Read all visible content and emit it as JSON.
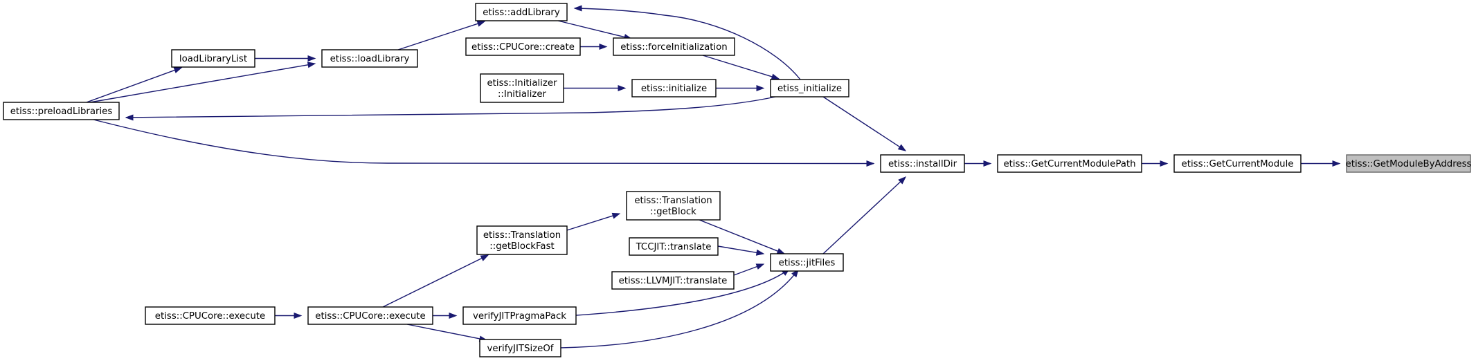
{
  "diagram": {
    "nodes": [
      {
        "id": "getModuleByAddress",
        "lines": [
          "etiss::GetModuleByAddress"
        ],
        "highlight": true
      },
      {
        "id": "getCurrentModule",
        "lines": [
          "etiss::GetCurrentModule"
        ]
      },
      {
        "id": "getCurrentModulePath",
        "lines": [
          "etiss::GetCurrentModulePath"
        ]
      },
      {
        "id": "installDir",
        "lines": [
          "etiss::installDir"
        ]
      },
      {
        "id": "etissInitialize",
        "lines": [
          "etiss_initialize"
        ]
      },
      {
        "id": "jitFiles",
        "lines": [
          "etiss::jitFiles"
        ]
      },
      {
        "id": "preloadLibraries",
        "lines": [
          "etiss::preloadLibraries"
        ]
      },
      {
        "id": "addLibrary",
        "lines": [
          "etiss::addLibrary"
        ]
      },
      {
        "id": "forceInitialization",
        "lines": [
          "etiss::forceInitialization"
        ]
      },
      {
        "id": "cpuCoreCreate",
        "lines": [
          "etiss::CPUCore::create"
        ]
      },
      {
        "id": "initialize",
        "lines": [
          "etiss::initialize"
        ]
      },
      {
        "id": "initializerCtor",
        "lines": [
          "etiss::Initializer",
          "::Initializer"
        ]
      },
      {
        "id": "loadLibrary",
        "lines": [
          "etiss::loadLibrary"
        ]
      },
      {
        "id": "loadLibraryList",
        "lines": [
          "loadLibraryList"
        ]
      },
      {
        "id": "getBlock",
        "lines": [
          "etiss::Translation",
          "::getBlock"
        ]
      },
      {
        "id": "getBlockFast",
        "lines": [
          "etiss::Translation",
          "::getBlockFast"
        ]
      },
      {
        "id": "tccTranslate",
        "lines": [
          "TCCJIT::translate"
        ]
      },
      {
        "id": "llvmTranslate",
        "lines": [
          "etiss::LLVMJIT::translate"
        ]
      },
      {
        "id": "verifyPragmaPack",
        "lines": [
          "verifyJITPragmaPack"
        ]
      },
      {
        "id": "verifySizeOf",
        "lines": [
          "verifyJITSizeOf"
        ]
      },
      {
        "id": "cpuCoreExecuteA",
        "lines": [
          "etiss::CPUCore::execute"
        ]
      },
      {
        "id": "cpuCoreExecuteB",
        "lines": [
          "etiss::CPUCore::execute"
        ]
      }
    ],
    "edges": [
      {
        "from": "getCurrentModule",
        "to": "getModuleByAddress"
      },
      {
        "from": "getCurrentModulePath",
        "to": "getCurrentModule"
      },
      {
        "from": "installDir",
        "to": "getCurrentModulePath"
      },
      {
        "from": "etissInitialize",
        "to": "installDir"
      },
      {
        "from": "jitFiles",
        "to": "installDir"
      },
      {
        "from": "preloadLibraries",
        "to": "installDir"
      },
      {
        "from": "etissInitialize",
        "to": "addLibrary"
      },
      {
        "from": "etissInitialize",
        "to": "preloadLibraries"
      },
      {
        "from": "forceInitialization",
        "to": "etissInitialize"
      },
      {
        "from": "initialize",
        "to": "etissInitialize"
      },
      {
        "from": "cpuCoreCreate",
        "to": "forceInitialization"
      },
      {
        "from": "initializerCtor",
        "to": "initialize"
      },
      {
        "from": "addLibrary",
        "to": "forceInitialization"
      },
      {
        "from": "loadLibrary",
        "to": "addLibrary"
      },
      {
        "from": "loadLibraryList",
        "to": "loadLibrary"
      },
      {
        "from": "preloadLibraries",
        "to": "loadLibrary"
      },
      {
        "from": "preloadLibraries",
        "to": "loadLibraryList"
      },
      {
        "from": "getBlock",
        "to": "jitFiles"
      },
      {
        "from": "tccTranslate",
        "to": "jitFiles"
      },
      {
        "from": "llvmTranslate",
        "to": "jitFiles"
      },
      {
        "from": "verifyPragmaPack",
        "to": "jitFiles"
      },
      {
        "from": "verifySizeOf",
        "to": "jitFiles"
      },
      {
        "from": "getBlockFast",
        "to": "getBlock"
      },
      {
        "from": "cpuCoreExecuteB",
        "to": "getBlockFast"
      },
      {
        "from": "cpuCoreExecuteB",
        "to": "verifyPragmaPack"
      },
      {
        "from": "cpuCoreExecuteB",
        "to": "verifySizeOf"
      },
      {
        "from": "cpuCoreExecuteA",
        "to": "cpuCoreExecuteB"
      }
    ],
    "colors": {
      "edge": "#191970",
      "highlight_fill": "#bfbfbf",
      "node_border": "#000000"
    }
  }
}
